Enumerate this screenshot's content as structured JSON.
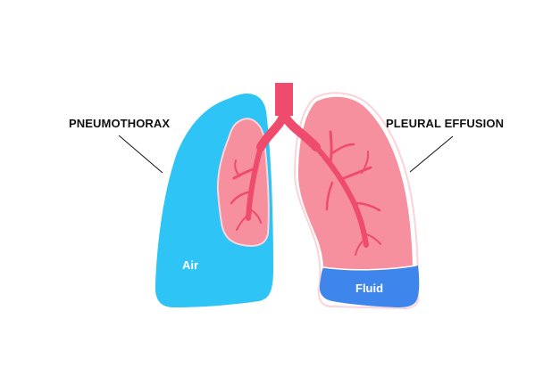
{
  "diagram": {
    "left_label": "PNEUMOTHORAX",
    "right_label": "PLEURAL EFFUSION",
    "left_region_label": "Air",
    "right_region_label": "Fluid"
  },
  "colors": {
    "background": "#ffffff",
    "air": "#2ec4f5",
    "lung_tissue": "#f6909f",
    "airways": "#ef4b6c",
    "fluid": "#3f86ec",
    "pleura_outline": "#fbd3da",
    "text": "#111111"
  }
}
